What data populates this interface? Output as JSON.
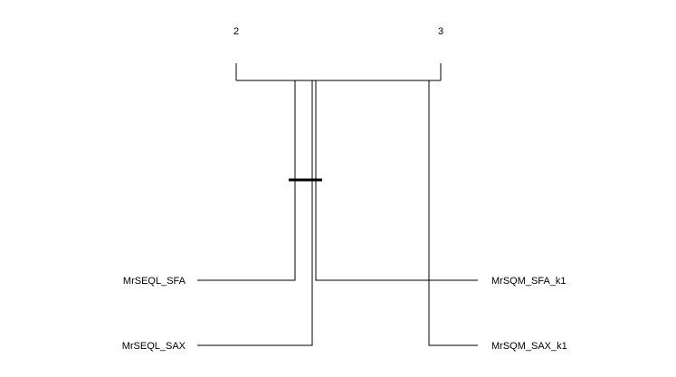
{
  "diagram": {
    "axis": {
      "tick_labels": [
        "2",
        "3"
      ]
    },
    "methods": [
      {
        "name": "MrSEQL_SFA",
        "side": "left"
      },
      {
        "name": "MrSEQL_SAX",
        "side": "left"
      },
      {
        "name": "MrSQM_SFA_k1",
        "side": "right"
      },
      {
        "name": "MrSQM_SAX_k1",
        "side": "right"
      }
    ],
    "clique_count": 1,
    "line_color": "#000000",
    "background": "#ffffff"
  }
}
